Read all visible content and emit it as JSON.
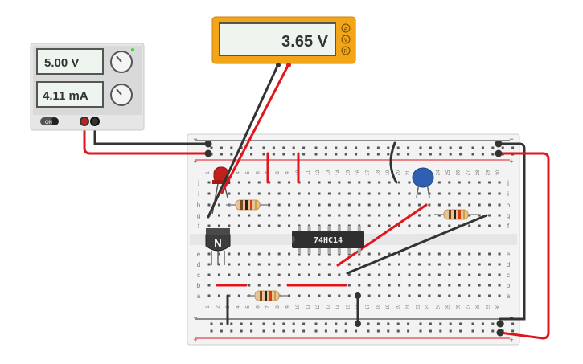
{
  "power_supply": {
    "voltage_display": "5.00 V",
    "current_display": "4.11 mA",
    "on_label": "ON",
    "voltage_knob_icon": "knob-icon",
    "current_knob_icon": "knob-icon",
    "indicator_color": "#3ad43a"
  },
  "multimeter": {
    "reading": "3.65 V",
    "modes": [
      "A",
      "V",
      "R"
    ],
    "frame_color": "#f2a516"
  },
  "breadboard": {
    "rail_minus": "−",
    "rail_plus": "+",
    "row_letters_top": [
      "j",
      "i",
      "h",
      "g",
      "f"
    ],
    "row_letters_bottom": [
      "e",
      "d",
      "c",
      "b",
      "a"
    ],
    "columns": [
      "1",
      "2",
      "3",
      "4",
      "5",
      "6",
      "7",
      "8",
      "9",
      "10",
      "11",
      "12",
      "13",
      "14",
      "15",
      "16",
      "17",
      "18",
      "19",
      "20",
      "21",
      "22",
      "23",
      "24",
      "25",
      "26",
      "27",
      "28",
      "29",
      "30"
    ]
  },
  "components": {
    "ic_label": "74HC14",
    "transistor_label": "N",
    "led_color": "#c0211c",
    "capacitor_color": "#2f5fb2"
  },
  "colors": {
    "wire_red": "#e0161c",
    "wire_black": "#333333",
    "board": "#f3f3f3"
  }
}
